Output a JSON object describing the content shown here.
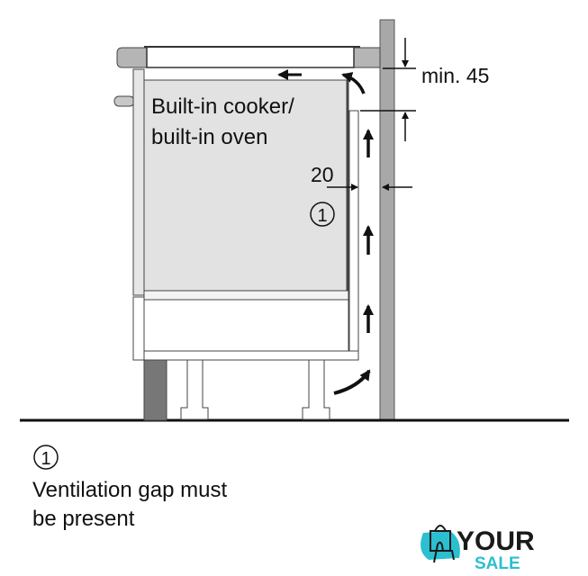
{
  "diagram": {
    "appliance_label_line1": "Built-in cooker/",
    "appliance_label_line2": "built-in oven",
    "dimension_top": "min. 45",
    "dimension_gap": "20",
    "marker": "1"
  },
  "legend": {
    "marker": "1",
    "line1": "Ventilation gap must",
    "line2": "be present"
  },
  "logo": {
    "word1": "YOUR",
    "word2": "SALE",
    "accent_color": "#2bbfcf",
    "dark_color": "#1a1a1a"
  }
}
